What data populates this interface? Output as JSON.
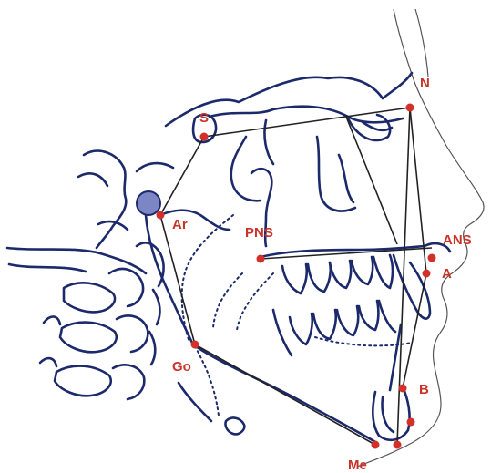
{
  "colors": {
    "background": "#ffffff",
    "anatomy_stroke": "#1c2a6b",
    "soft_tissue_stroke": "#555555",
    "analysis_lines": "#222222",
    "landmark": "#d3302a",
    "landmark_label": "#c9342a",
    "condyle_fill": "#7d86c4"
  },
  "landmarks": {
    "N": "N",
    "S": "S",
    "Ar": "Ar",
    "PNS": "PNS",
    "ANS": "ANS",
    "A": "A",
    "Go": "Go",
    "B": "B",
    "Me": "Me"
  }
}
